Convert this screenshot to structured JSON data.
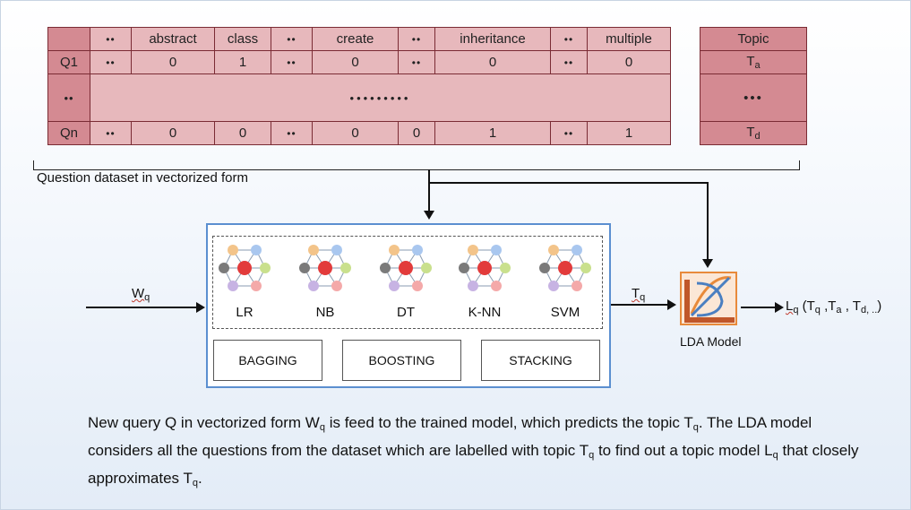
{
  "table": {
    "headers": [
      "",
      "••",
      "abstract",
      "class",
      "••",
      "create",
      "••",
      "inheritance",
      "••",
      "multiple"
    ],
    "row_q1": [
      "Q1",
      "••",
      "0",
      "1",
      "••",
      "0",
      "••",
      "0",
      "••",
      "0"
    ],
    "row_mid_head": "••",
    "row_mid_dots": "•••••••••",
    "row_qn": [
      "Qn",
      "••",
      "0",
      "0",
      "••",
      "0",
      "0",
      "1",
      "••",
      "1"
    ]
  },
  "topic": {
    "header": "Topic",
    "t_first": "T",
    "t_first_sub": "a",
    "t_dots": "•••",
    "t_last": "T",
    "t_last_sub": "d"
  },
  "dataset_label": "Question dataset in vectorized form",
  "input": {
    "label": "W",
    "label_sub": "q"
  },
  "models": [
    "LR",
    "NB",
    "DT",
    "K-NN",
    "SVM"
  ],
  "methods": [
    "BAGGING",
    "BOOSTING",
    "STACKING"
  ],
  "output_topic": {
    "label": "T",
    "label_sub": "q"
  },
  "lda": {
    "label": "LDA Model"
  },
  "result": {
    "prefix": "L",
    "prefix_sub": "q",
    "open": " (T",
    "s1": "q",
    "mid1": " ,T",
    "s2": "a",
    "mid2": " , T",
    "s3": "d, ..",
    "close": ")"
  },
  "description": {
    "p1": "New query Q in vectorized form W",
    "p1_sub": "q",
    "p2": " is feed to the trained model, which predicts the topic T",
    "p2_sub": "q",
    "p3": ". The LDA model considers all the questions from the dataset which are labelled with topic T",
    "p3_sub": "q",
    "p4": " to find out a topic model L",
    "p4_sub": "q",
    "p5": " that closely approximates T",
    "p5_sub": "q",
    "p6": "."
  },
  "colors": {
    "cell": "#e7b8bc",
    "rowhead": "#d48a92",
    "border": "#7a2b34",
    "ensemble_border": "#5b8fd0"
  }
}
